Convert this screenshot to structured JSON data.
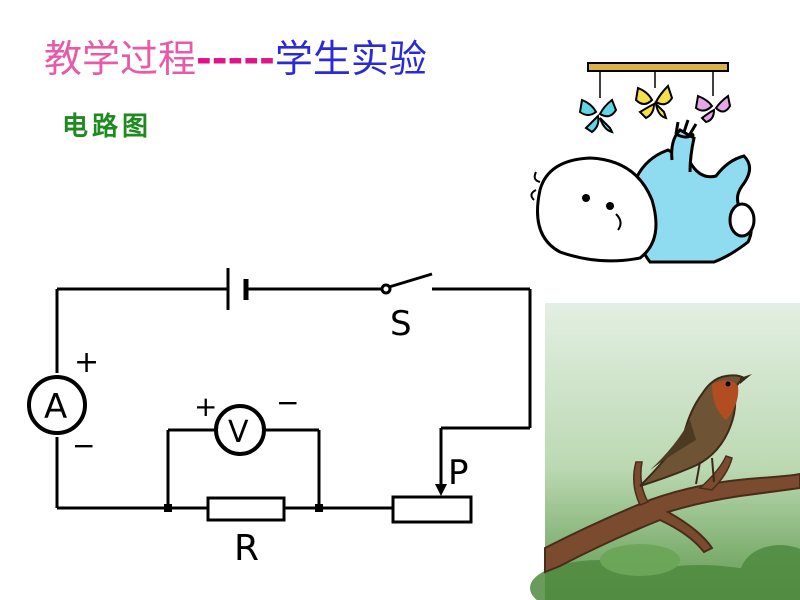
{
  "slide": {
    "title_part1": "教学过程",
    "title_dashes": "-----",
    "title_part2": "学生实验",
    "subtitle": "电路图"
  },
  "circuit": {
    "switch_label": "S",
    "ammeter_label": "A",
    "voltmeter_label": "V",
    "resistor_label": "R",
    "slider_label": "P",
    "plus_sign": "+",
    "minus_sign": "−"
  },
  "colors": {
    "title_pink": "#e85aa8",
    "title_blue": "#2a2ad8",
    "subtitle_green": "#1f8a1f"
  }
}
